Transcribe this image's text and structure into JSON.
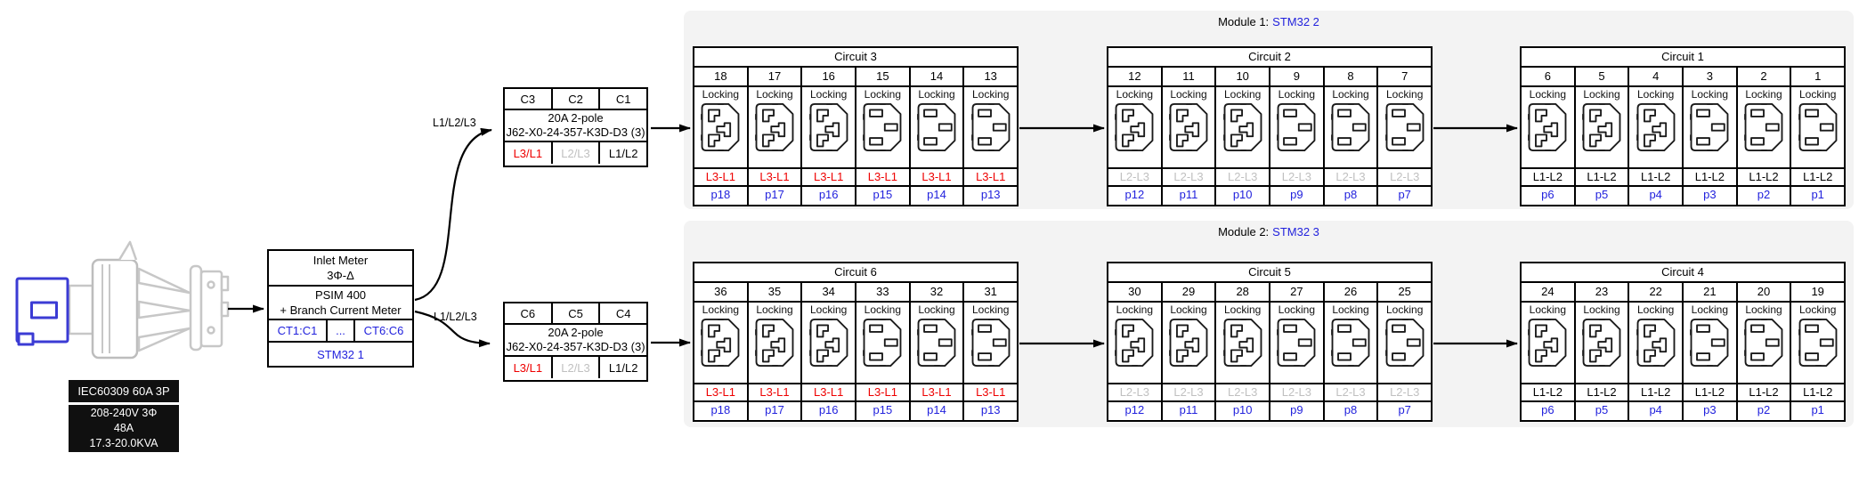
{
  "inlet": {
    "spec": "IEC60309 60A 3P",
    "rating_lines": [
      "208-240V 3Φ",
      "48A",
      "17.3-20.0KVA"
    ]
  },
  "meter": {
    "title_line1": "Inlet Meter",
    "title_line2": "3Φ-Δ",
    "model_line1": "PSIM 400",
    "model_line2": "+ Branch Current Meter",
    "ct_cells": [
      "CT1:C1",
      "...",
      "CT6:C6"
    ],
    "controller": "STM32 1"
  },
  "feed_label": "L1/L2/L3",
  "breakers": [
    {
      "channels": [
        "C3",
        "C2",
        "C1"
      ],
      "rating": "20A 2-pole",
      "part": "J62-X0-24-357-K3D-D3 (3)",
      "phases": [
        {
          "label": "L3/L1",
          "color": "red"
        },
        {
          "label": "L2/L3",
          "color": "gray"
        },
        {
          "label": "L1/L2",
          "color": "black"
        }
      ]
    },
    {
      "channels": [
        "C6",
        "C5",
        "C4"
      ],
      "rating": "20A 2-pole",
      "part": "J62-X0-24-357-K3D-D3 (3)",
      "phases": [
        {
          "label": "L3/L1",
          "color": "red"
        },
        {
          "label": "L2/L3",
          "color": "gray"
        },
        {
          "label": "L1/L2",
          "color": "black"
        }
      ]
    }
  ],
  "modules": [
    {
      "title_prefix": "Module 1:",
      "mcu": "STM32 2",
      "circuits": [
        {
          "name": "Circuit 3",
          "phase": "L3-L1",
          "phase_color": "red",
          "outlets": [
            {
              "num": "18",
              "style": "Locking",
              "type": "C19",
              "port": "p18"
            },
            {
              "num": "17",
              "style": "Locking",
              "type": "C19",
              "port": "p17"
            },
            {
              "num": "16",
              "style": "Locking",
              "type": "C19",
              "port": "p16"
            },
            {
              "num": "15",
              "style": "Locking",
              "type": "C13",
              "port": "p15"
            },
            {
              "num": "14",
              "style": "Locking",
              "type": "C13",
              "port": "p14"
            },
            {
              "num": "13",
              "style": "Locking",
              "type": "C13",
              "port": "p13"
            }
          ]
        },
        {
          "name": "Circuit 2",
          "phase": "L2-L3",
          "phase_color": "gray",
          "outlets": [
            {
              "num": "12",
              "style": "Locking",
              "type": "C19",
              "port": "p12"
            },
            {
              "num": "11",
              "style": "Locking",
              "type": "C19",
              "port": "p11"
            },
            {
              "num": "10",
              "style": "Locking",
              "type": "C19",
              "port": "p10"
            },
            {
              "num": "9",
              "style": "Locking",
              "type": "C13",
              "port": "p9"
            },
            {
              "num": "8",
              "style": "Locking",
              "type": "C13",
              "port": "p8"
            },
            {
              "num": "7",
              "style": "Locking",
              "type": "C13",
              "port": "p7"
            }
          ]
        },
        {
          "name": "Circuit 1",
          "phase": "L1-L2",
          "phase_color": "black",
          "outlets": [
            {
              "num": "6",
              "style": "Locking",
              "type": "C19",
              "port": "p6"
            },
            {
              "num": "5",
              "style": "Locking",
              "type": "C19",
              "port": "p5"
            },
            {
              "num": "4",
              "style": "Locking",
              "type": "C19",
              "port": "p4"
            },
            {
              "num": "3",
              "style": "Locking",
              "type": "C13",
              "port": "p3"
            },
            {
              "num": "2",
              "style": "Locking",
              "type": "C13",
              "port": "p2"
            },
            {
              "num": "1",
              "style": "Locking",
              "type": "C13",
              "port": "p1"
            }
          ]
        }
      ]
    },
    {
      "title_prefix": "Module 2:",
      "mcu": "STM32 3",
      "circuits": [
        {
          "name": "Circuit 6",
          "phase": "L3-L1",
          "phase_color": "red",
          "outlets": [
            {
              "num": "36",
              "style": "Locking",
              "type": "C19",
              "port": "p18"
            },
            {
              "num": "35",
              "style": "Locking",
              "type": "C19",
              "port": "p17"
            },
            {
              "num": "34",
              "style": "Locking",
              "type": "C19",
              "port": "p16"
            },
            {
              "num": "33",
              "style": "Locking",
              "type": "C13",
              "port": "p15"
            },
            {
              "num": "32",
              "style": "Locking",
              "type": "C13",
              "port": "p14"
            },
            {
              "num": "31",
              "style": "Locking",
              "type": "C13",
              "port": "p13"
            }
          ]
        },
        {
          "name": "Circuit 5",
          "phase": "L2-L3",
          "phase_color": "gray",
          "outlets": [
            {
              "num": "30",
              "style": "Locking",
              "type": "C19",
              "port": "p12"
            },
            {
              "num": "29",
              "style": "Locking",
              "type": "C19",
              "port": "p11"
            },
            {
              "num": "28",
              "style": "Locking",
              "type": "C19",
              "port": "p10"
            },
            {
              "num": "27",
              "style": "Locking",
              "type": "C13",
              "port": "p9"
            },
            {
              "num": "26",
              "style": "Locking",
              "type": "C13",
              "port": "p8"
            },
            {
              "num": "25",
              "style": "Locking",
              "type": "C13",
              "port": "p7"
            }
          ]
        },
        {
          "name": "Circuit 4",
          "phase": "L1-L2",
          "phase_color": "black",
          "outlets": [
            {
              "num": "24",
              "style": "Locking",
              "type": "C19",
              "port": "p6"
            },
            {
              "num": "23",
              "style": "Locking",
              "type": "C19",
              "port": "p5"
            },
            {
              "num": "22",
              "style": "Locking",
              "type": "C19",
              "port": "p4"
            },
            {
              "num": "21",
              "style": "Locking",
              "type": "C13",
              "port": "p3"
            },
            {
              "num": "20",
              "style": "Locking",
              "type": "C13",
              "port": "p2"
            },
            {
              "num": "19",
              "style": "Locking",
              "type": "C13",
              "port": "p1"
            }
          ]
        }
      ]
    }
  ],
  "colors": {
    "accent_blue": "#2222dd",
    "phase_red": "#ee0000",
    "phase_gray": "#c0c0c0",
    "module_bg": "#f3f3f3"
  }
}
